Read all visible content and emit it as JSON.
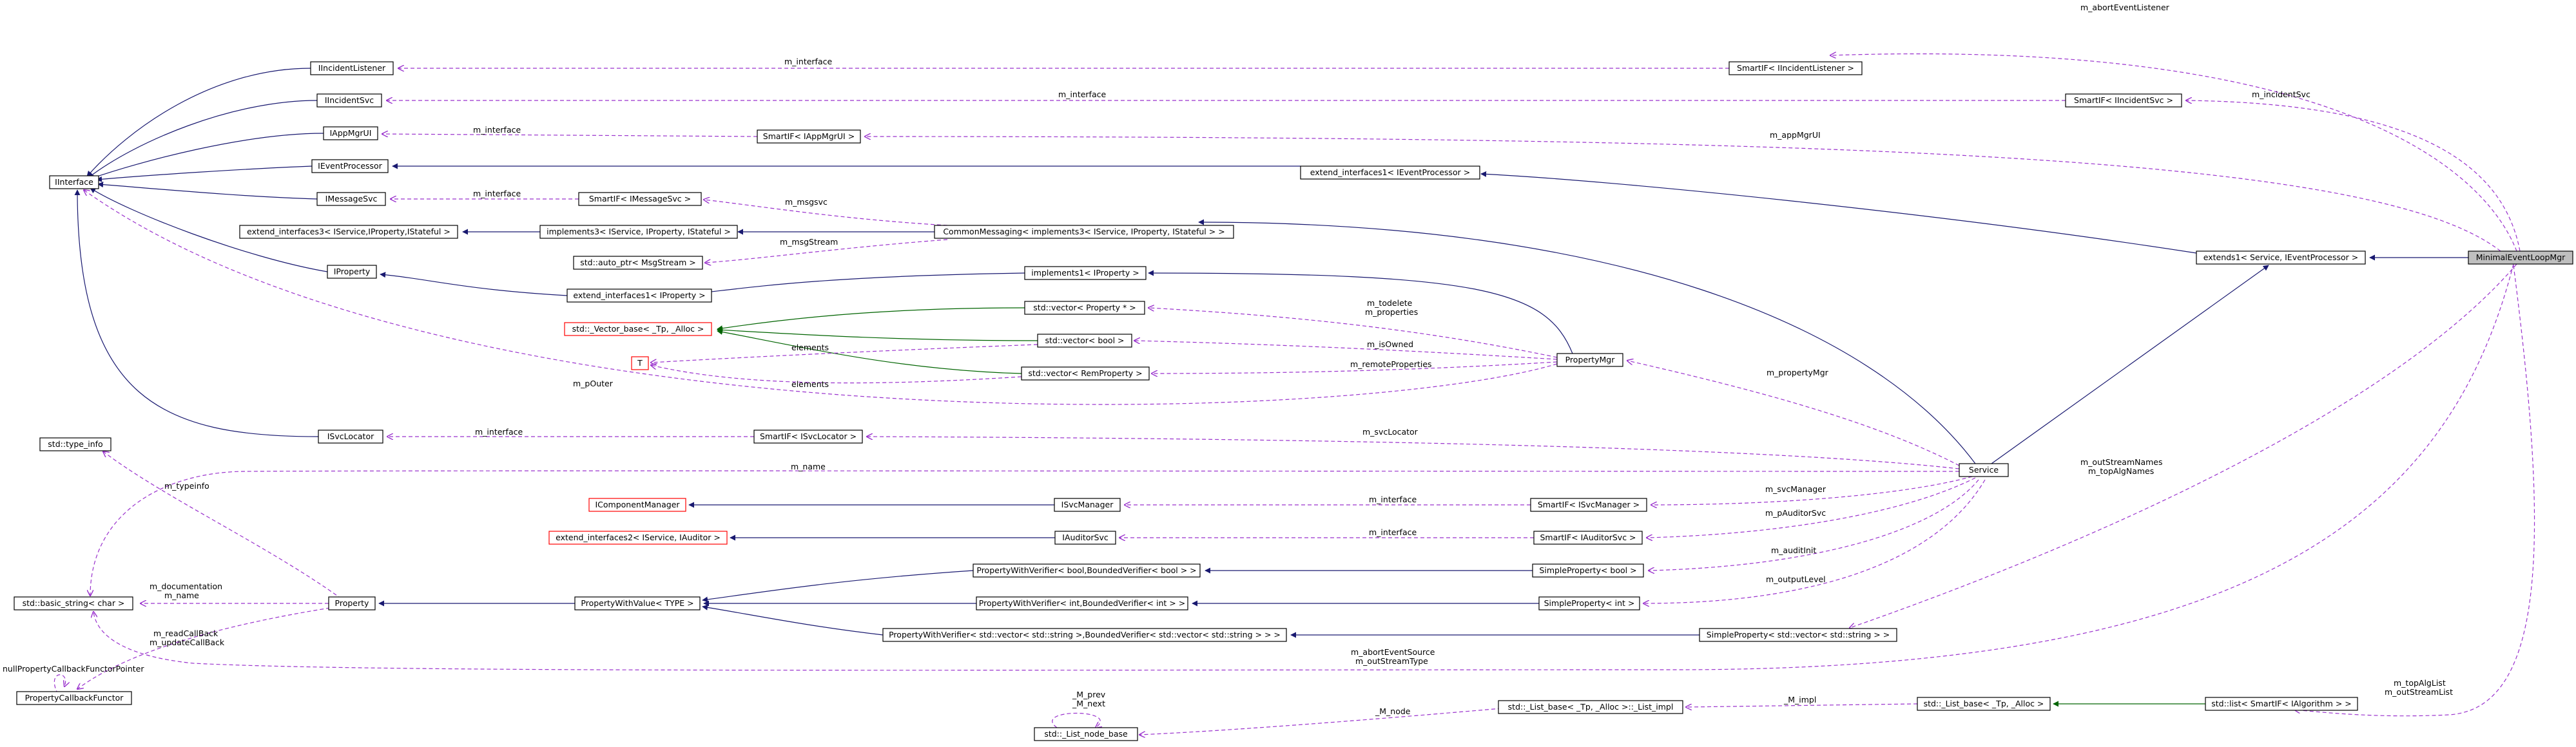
{
  "colors": {
    "inheritance": "#191970",
    "template_instance": "#006400",
    "usage": "#9a32cd",
    "node_border": "#000000",
    "undocumented_border": "#ff0000",
    "focus_fill": "#bfbfbf"
  },
  "nodes": {
    "iincidentlistener": "IIncidentListener",
    "iincidentsvc": "IIncidentSvc",
    "iappmgrui": "IAppMgrUI",
    "ieventprocessor": "IEventProcessor",
    "iinterface": "IInterface",
    "imessagesvc": "IMessageSvc",
    "ext3": "extend_interfaces3< IService,IProperty,IStateful >",
    "iproperty": "IProperty",
    "vector_base": "std::_Vector_base< _Tp, _Alloc >",
    "t": "T",
    "isvclocator": "ISvcLocator",
    "type_info": "std::type_info",
    "basic_string": "std::basic_string< char >",
    "propertycallbackfunctor": "PropertyCallbackFunctor",
    "property": "Property",
    "icomponentmanager": "IComponentManager",
    "ext2_auditor": "extend_interfaces2< IService, IAuditor >",
    "propertywithvalue": "PropertyWithValue< TYPE >",
    "smartif_listener": "SmartIF< IIncidentListener >",
    "smartif_incident": "SmartIF< IIncidentSvc >",
    "smartif_appmgr": "SmartIF< IAppMgrUI >",
    "extend1_ep": "extend_interfaces1< IEventProcessor >",
    "smartif_msg": "SmartIF< IMessageSvc >",
    "impl3": "implements3< IService, IProperty, IStateful >",
    "auto_ptr": "std::auto_ptr< MsgStream >",
    "ext1_iprop": "extend_interfaces1< IProperty >",
    "commonmessaging": "CommonMessaging< implements3< IService, IProperty, IStateful > >",
    "impl1": "implements1< IProperty >",
    "vec_prop": "std::vector< Property * >",
    "vec_bool": "std::vector< bool >",
    "vec_rem": "std::vector< RemProperty >",
    "propertymgr": "PropertyMgr",
    "smartif_svcloc": "SmartIF< ISvcLocator >",
    "isvcmanager": "ISvcManager",
    "iauditorsvc": "IAuditorSvc",
    "pwv_bool": "PropertyWithVerifier< bool,BoundedVerifier< bool > >",
    "pwv_int": "PropertyWithVerifier< int,BoundedVerifier< int > >",
    "pwv_vec": "PropertyWithVerifier< std::vector< std::string >,BoundedVerifier< std::vector< std::string > > >",
    "smartif_svcmgr": "SmartIF< ISvcManager >",
    "smartif_auditor": "SmartIF< IAuditorSvc >",
    "simple_bool": "SimpleProperty< bool >",
    "simple_int": "SimpleProperty< int >",
    "simple_vec": "SimpleProperty< std::vector< std::string > >",
    "service": "Service",
    "extends1": "extends1< Service, IEventProcessor >",
    "minimal": "MinimalEventLoopMgr",
    "list_node_base": "std::_List_node_base",
    "list_impl": "std::_List_base< _Tp, _Alloc >::_List_impl",
    "list_base": "std::_List_base< _Tp, _Alloc >",
    "list_alg": "std::list< SmartIF< IAlgorithm > >"
  },
  "edge_labels": {
    "abort_listener": "m_abortEventListener",
    "iface_listener": "m_interface",
    "iface_incident": "m_interface",
    "incidentsvc": "m_incidentSvc",
    "iface_appmgr": "m_interface",
    "appmgrui": "m_appMgrUI",
    "iface_msg": "m_interface",
    "msgsvc": "m_msgsvc",
    "msgstream": "m_msgStream",
    "todelete": "m_todelete",
    "properties": "m_properties",
    "isowned": "m_isOwned",
    "elements_1": "elements",
    "remote": "m_remoteProperties",
    "elements_2": "elements",
    "pouter": "m_pOuter",
    "propertymgr": "m_propertyMgr",
    "iface_svcloc": "m_interface",
    "svclocator": "m_svcLocator",
    "typeinfo": "m_typeinfo",
    "name": "m_name",
    "iface_svcmgr": "m_interface",
    "svcmanager": "m_svcManager",
    "iface_auditor": "m_interface",
    "pauditorsvc": "m_pAuditorSvc",
    "outstream": "m_outStreamNames",
    "topalgnames": "m_topAlgNames",
    "documentation": "m_documentation",
    "m_name_prop": "m_name",
    "auditinit": "m_auditInit",
    "outputlevel": "m_outputLevel",
    "readcallback": "m_readCallBack",
    "updatecallback": "m_updateCallBack",
    "nullpointer": "nullPropertyCallbackFunctorPointer",
    "abortsource": "m_abortEventSource",
    "outstreamtype": "m_outStreamType",
    "prev": "_M_prev",
    "next": "_M_next",
    "m_node": "_M_node",
    "m_impl": "_M_impl",
    "topalglist": "m_topAlgList",
    "outstreamlist": "m_outStreamList"
  }
}
